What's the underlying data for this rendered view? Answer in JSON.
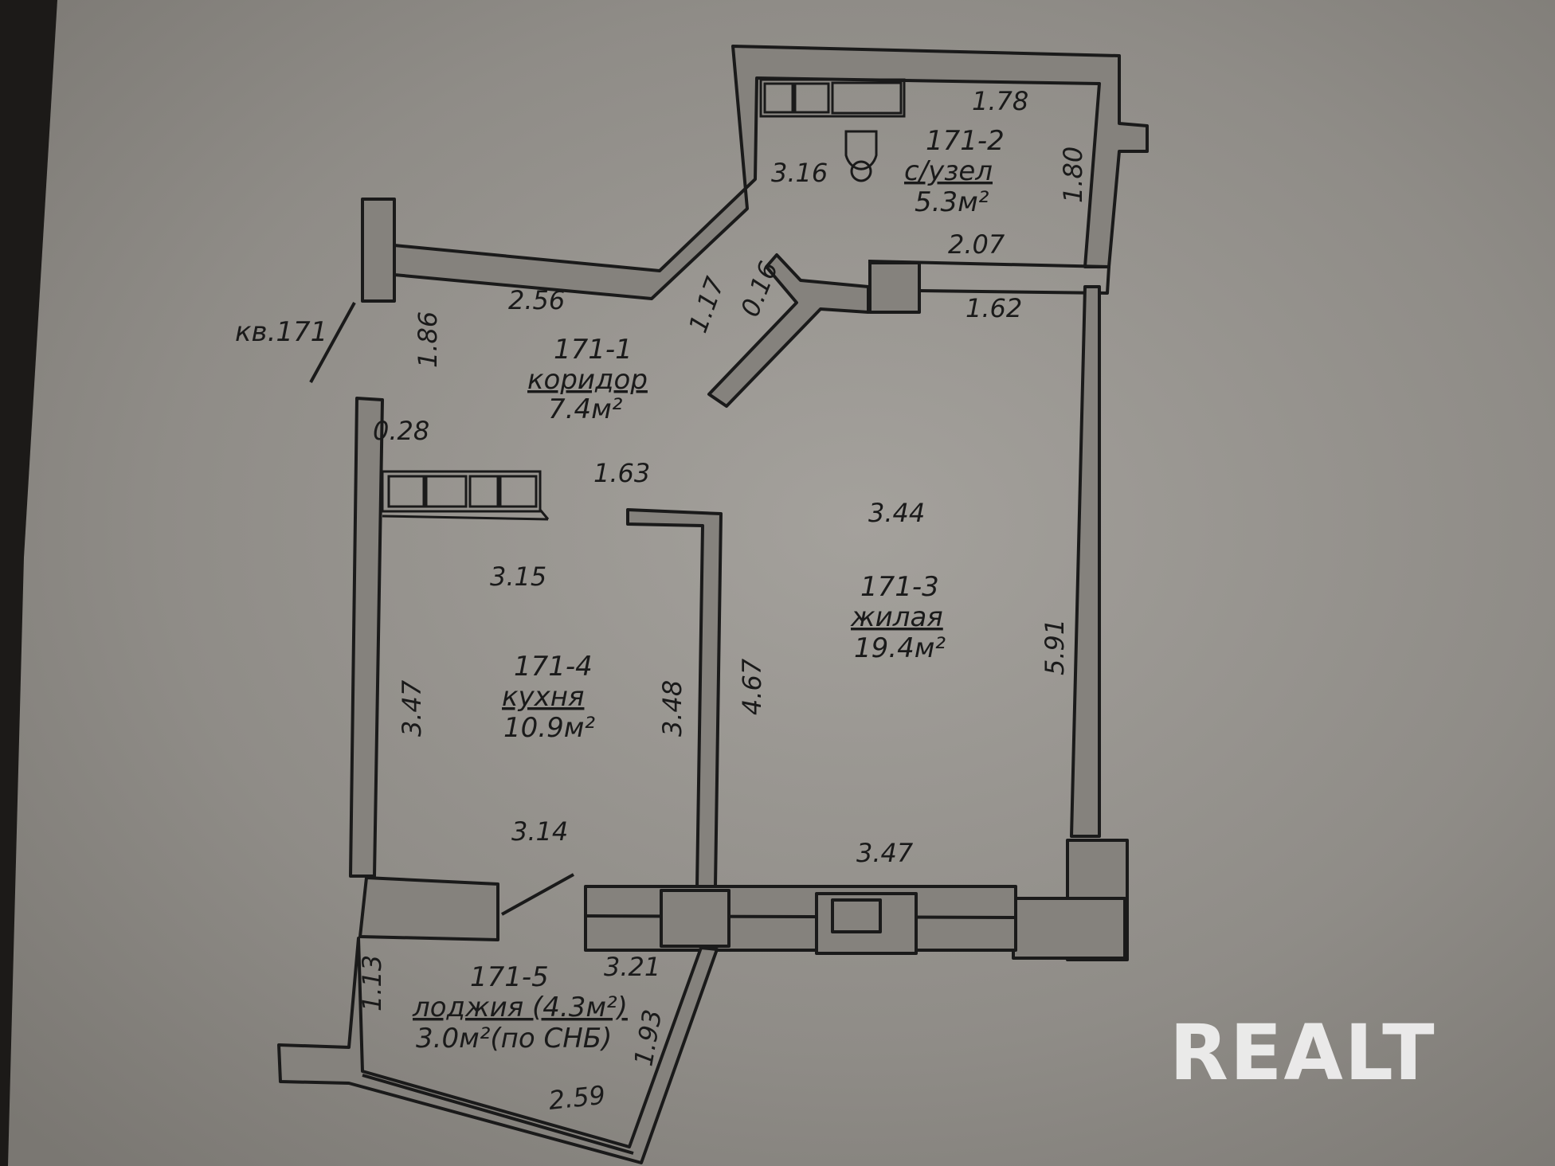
{
  "apartment_label": "кв.171",
  "watermark": "REALT",
  "colors": {
    "paper": "#8d8a86",
    "paper_light": "#a29f9a",
    "ink": "#1a1a1a",
    "wall_fill": "#7d7a75",
    "watermark": "#f2f2f2"
  },
  "rooms": [
    {
      "id": "171-1",
      "name": "коридор",
      "area": "7.4м²"
    },
    {
      "id": "171-2",
      "name": "с/узел",
      "area": "5.3м²"
    },
    {
      "id": "171-3",
      "name": "жилая",
      "area": "19.4м²"
    },
    {
      "id": "171-4",
      "name": "кухня",
      "area": "10.9м²"
    },
    {
      "id": "171-5",
      "name": "лоджия (4.3м²)",
      "area": "3.0м²(по СНБ)"
    }
  ],
  "dimensions": {
    "bath_top": "1.78",
    "bath_left": "3.16",
    "bath_right": "1.80",
    "bath_bottom": "2.07",
    "corridor_top": "2.56",
    "corridor_left": "1.86",
    "corridor_diag": "1.17",
    "corridor_wall": "0.16",
    "corridor_niche": "0.28",
    "corridor_bottom": "1.63",
    "living_top_right": "1.62",
    "living_top": "3.44",
    "living_right": "5.91",
    "living_left": "4.67",
    "living_bottom": "3.47",
    "kitchen_top": "3.15",
    "kitchen_left": "3.47",
    "kitchen_right": "3.48",
    "kitchen_bottom": "3.14",
    "loggia_top": "3.21",
    "loggia_left": "1.13",
    "loggia_diag": "1.93",
    "loggia_bottom": "2.59"
  }
}
